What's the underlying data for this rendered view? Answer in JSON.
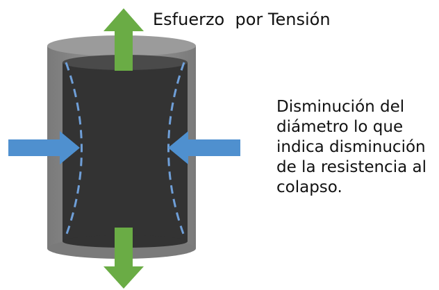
{
  "tension_label": "Esfuerzo  por Tensión",
  "description_lines": [
    "Disminución del",
    "diámetro lo que",
    "indica disminución",
    "de la resistencia al",
    "colapso."
  ],
  "colors": {
    "tension_arrow": "#6aac45",
    "compression_arrow": "#4f90cf",
    "cylinder_body": "#333333",
    "cylinder_wall": "#8a8a8a",
    "dashed_outline": "#6f9fd8"
  },
  "icons": {
    "tension_arrow": "up-down-arrow-icon",
    "compression_arrow": "inward-arrow-icon"
  }
}
